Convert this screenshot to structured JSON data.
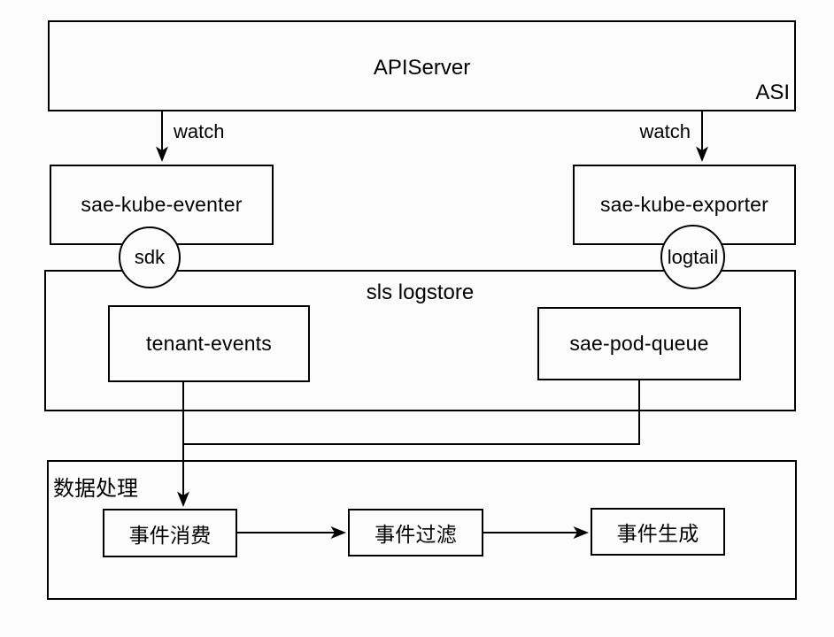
{
  "diagram": {
    "colors": {
      "stroke": "#000000",
      "background": "#fcfcfc",
      "node_fill": "#fcfcfc",
      "text": "#000000"
    },
    "api_server": {
      "label": "APIServer",
      "corner_label": "ASI"
    },
    "edges": {
      "watch_left": "watch",
      "watch_right": "watch"
    },
    "nodes": {
      "eventer": "sae-kube-eventer",
      "exporter": "sae-kube-exporter"
    },
    "connectors": {
      "sdk": "sdk",
      "logtail": "logtail"
    },
    "logstore": {
      "title": "sls logstore",
      "queues": [
        "tenant-events",
        "sae-pod-queue"
      ]
    },
    "processing": {
      "title": "数据处理",
      "steps": [
        "事件消费",
        "事件过滤",
        "事件生成"
      ]
    }
  }
}
